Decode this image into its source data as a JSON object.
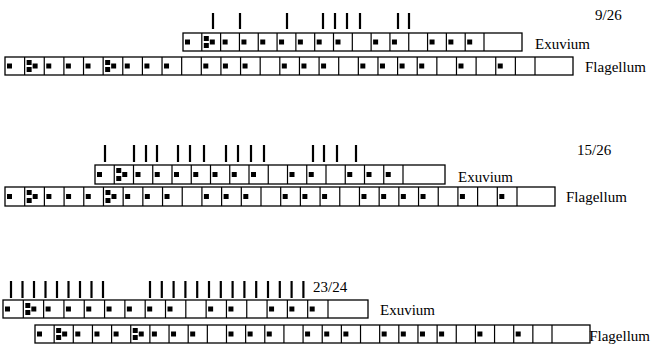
{
  "diagram": {
    "labels": [
      "9/26",
      "Exuvium",
      "Flagellum",
      "15/26",
      "Exuvium",
      "Flagellum",
      "23/24",
      "Exuvium",
      "Flagellum"
    ]
  }
}
